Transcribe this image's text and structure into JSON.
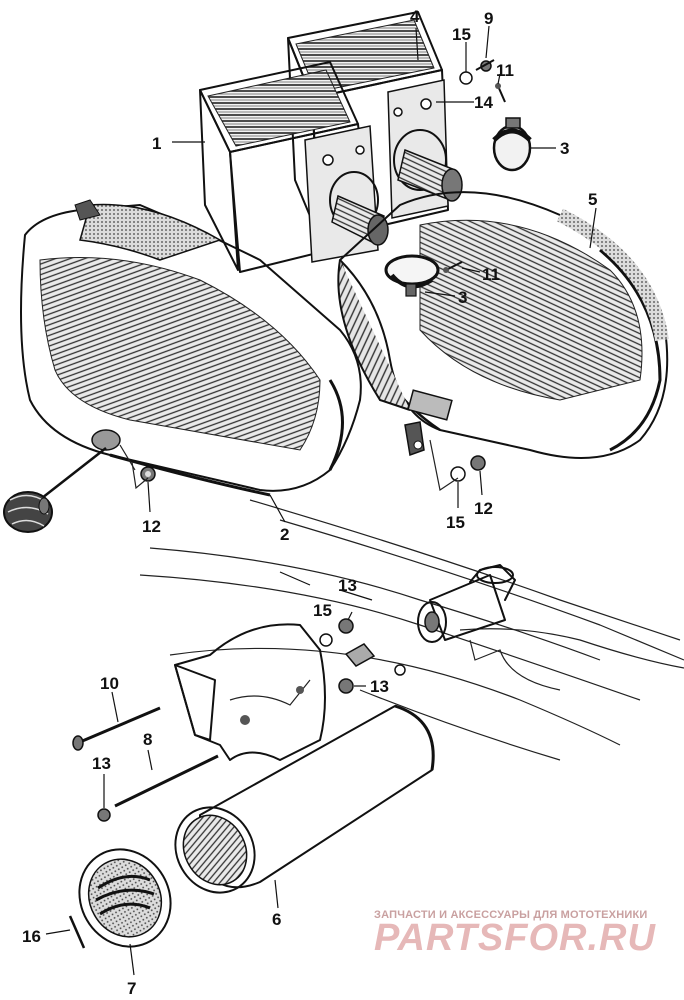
{
  "diagram": {
    "part_labels": {
      "p1": "1",
      "p2": "2",
      "p3a": "3",
      "p3b": "3",
      "p4": "4",
      "p5": "5",
      "p6": "6",
      "p7": "7",
      "p8": "8",
      "p9": "9",
      "p10": "10",
      "p11a": "11",
      "p11b": "11",
      "p12a": "12",
      "p12b": "12",
      "p13a": "13",
      "p13b": "13",
      "p13c": "13",
      "p14": "14",
      "p15a": "15",
      "p15b": "15",
      "p15c": "15",
      "p16": "16"
    }
  },
  "watermark": {
    "tagline": "ЗАПЧАСТИ И АКСЕССУАРЫ ДЛЯ МОТОТЕХНИКИ",
    "brand": "PARTSFOR.RU"
  }
}
